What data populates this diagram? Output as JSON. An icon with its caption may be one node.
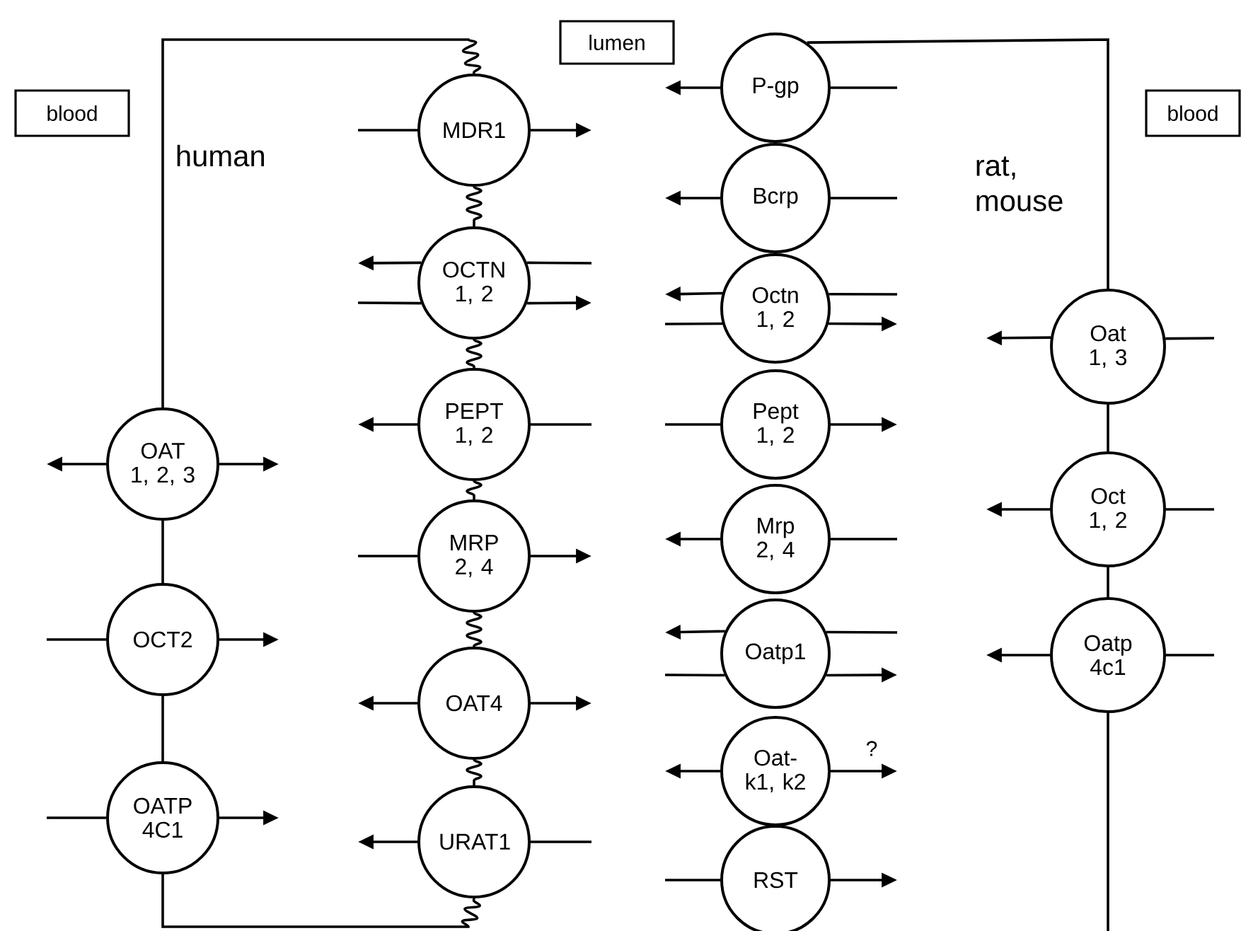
{
  "diagram": {
    "nodes": [
      {
        "text": [
          "blood"
        ]
      },
      {
        "text": [
          "lumen"
        ]
      },
      {
        "text": [
          "blood"
        ]
      },
      {
        "text": [
          "OAT 1, 2, 3"
        ]
      },
      {
        "text": [
          "OCT2"
        ]
      },
      {
        "text": [
          "OATP 4C1"
        ]
      },
      {
        "text": [
          "MDR1"
        ]
      },
      {
        "text": [
          "OCTN 1, 2"
        ]
      },
      {
        "text": [
          "PEPT 1, 2"
        ]
      },
      {
        "text": [
          "MRP 2, 4"
        ]
      },
      {
        "text": [
          "OAT4"
        ]
      },
      {
        "text": [
          "URAT1"
        ]
      },
      {
        "text": [
          "P-gp"
        ]
      },
      {
        "text": [
          "Bcrp"
        ]
      },
      {
        "text": [
          "Octn 1, 2"
        ]
      },
      {
        "text": [
          "Pept 1, 2"
        ]
      },
      {
        "text": [
          "Mrp 2, 4"
        ]
      },
      {
        "text": [
          "Oatp1"
        ]
      },
      {
        "text": [
          "Oat- k1, k2"
        ]
      },
      {
        "text": [
          "RST"
        ]
      },
      {
        "text": [
          "Oat 1, 3"
        ]
      },
      {
        "text": [
          "Oct 1, 2"
        ]
      },
      {
        "text": [
          "Oatp 4c1"
        ]
      }
    ],
    "edges": [
      {
        "from": 3,
        "to": 4,
        "arrow": "none"
      },
      {
        "from": 4,
        "to": 5,
        "arrow": "none"
      },
      {
        "from": 6,
        "to": 7,
        "arrow": "none"
      },
      {
        "from": 7,
        "to": 8,
        "arrow": "none"
      },
      {
        "from": 8,
        "to": 9,
        "arrow": "none"
      },
      {
        "from": 9,
        "to": 10,
        "arrow": "none"
      },
      {
        "from": 10,
        "to": 11,
        "arrow": "none"
      },
      {
        "from": 20,
        "to": 21,
        "arrow": "none"
      },
      {
        "from": 21,
        "to": 22,
        "arrow": "none"
      },
      {
        "from": 3,
        "to": null,
        "arrow": "to"
      },
      {
        "from": 3,
        "to": null,
        "arrow": "to"
      },
      {
        "from": null,
        "to": 4,
        "arrow": "none"
      },
      {
        "from": 4,
        "to": null,
        "arrow": "to"
      },
      {
        "from": null,
        "to": 5,
        "arrow": "none"
      },
      {
        "from": 5,
        "to": null,
        "arrow": "to"
      },
      {
        "from": null,
        "to": 6,
        "arrow": "none"
      },
      {
        "from": 6,
        "to": null,
        "arrow": "to"
      },
      {
        "from": 7,
        "to": null,
        "arrow": "to"
      },
      {
        "from": null,
        "to": 7,
        "arrow": "none"
      },
      {
        "from": null,
        "to": 7,
        "arrow": "none"
      },
      {
        "from": 7,
        "to": null,
        "arrow": "to"
      },
      {
        "from": 8,
        "to": null,
        "arrow": "to"
      },
      {
        "from": null,
        "to": 8,
        "arrow": "none"
      },
      {
        "from": null,
        "to": 9,
        "arrow": "none"
      },
      {
        "from": 9,
        "to": null,
        "arrow": "to"
      },
      {
        "from": 10,
        "to": null,
        "arrow": "to"
      },
      {
        "from": 10,
        "to": null,
        "arrow": "to"
      },
      {
        "from": 11,
        "to": null,
        "arrow": "to"
      },
      {
        "from": null,
        "to": 11,
        "arrow": "none"
      },
      {
        "from": 12,
        "to": null,
        "arrow": "to"
      },
      {
        "from": null,
        "to": 12,
        "arrow": "none"
      },
      {
        "from": 13,
        "to": null,
        "arrow": "to"
      },
      {
        "from": null,
        "to": 13,
        "arrow": "none"
      },
      {
        "from": 14,
        "to": null,
        "arrow": "to"
      },
      {
        "from": null,
        "to": 14,
        "arrow": "none"
      },
      {
        "from": null,
        "to": 14,
        "arrow": "none"
      },
      {
        "from": 14,
        "to": null,
        "arrow": "to"
      },
      {
        "from": null,
        "to": 15,
        "arrow": "none"
      },
      {
        "from": 15,
        "to": null,
        "arrow": "to"
      },
      {
        "from": 16,
        "to": null,
        "arrow": "to"
      },
      {
        "from": null,
        "to": 16,
        "arrow": "none"
      },
      {
        "from": 17,
        "to": null,
        "arrow": "to"
      },
      {
        "from": null,
        "to": 17,
        "arrow": "none"
      },
      {
        "from": null,
        "to": 17,
        "arrow": "none"
      },
      {
        "from": 17,
        "to": null,
        "arrow": "to"
      },
      {
        "from": 18,
        "to": null,
        "arrow": "to"
      },
      {
        "from": 18,
        "to": null,
        "arrow": "to",
        "label": "?"
      },
      {
        "from": null,
        "to": 19,
        "arrow": "none"
      },
      {
        "from": 19,
        "to": null,
        "arrow": "to"
      },
      {
        "from": 20,
        "to": null,
        "arrow": "to"
      },
      {
        "from": null,
        "to": 20,
        "arrow": "none"
      },
      {
        "from": 21,
        "to": null,
        "arrow": "to"
      },
      {
        "from": null,
        "to": 21,
        "arrow": "none"
      },
      {
        "from": 22,
        "to": null,
        "arrow": "to"
      },
      {
        "from": null,
        "to": 22,
        "arrow": "none"
      },
      {
        "from": 3,
        "to": 6,
        "arrow": "none"
      },
      {
        "from": 5,
        "to": 11,
        "arrow": "none"
      },
      {
        "from": 12,
        "to": 20,
        "arrow": "none"
      },
      {
        "from": 22,
        "to": null,
        "arrow": "none"
      }
    ],
    "labels": [
      "human",
      "rat, mouse"
    ]
  }
}
